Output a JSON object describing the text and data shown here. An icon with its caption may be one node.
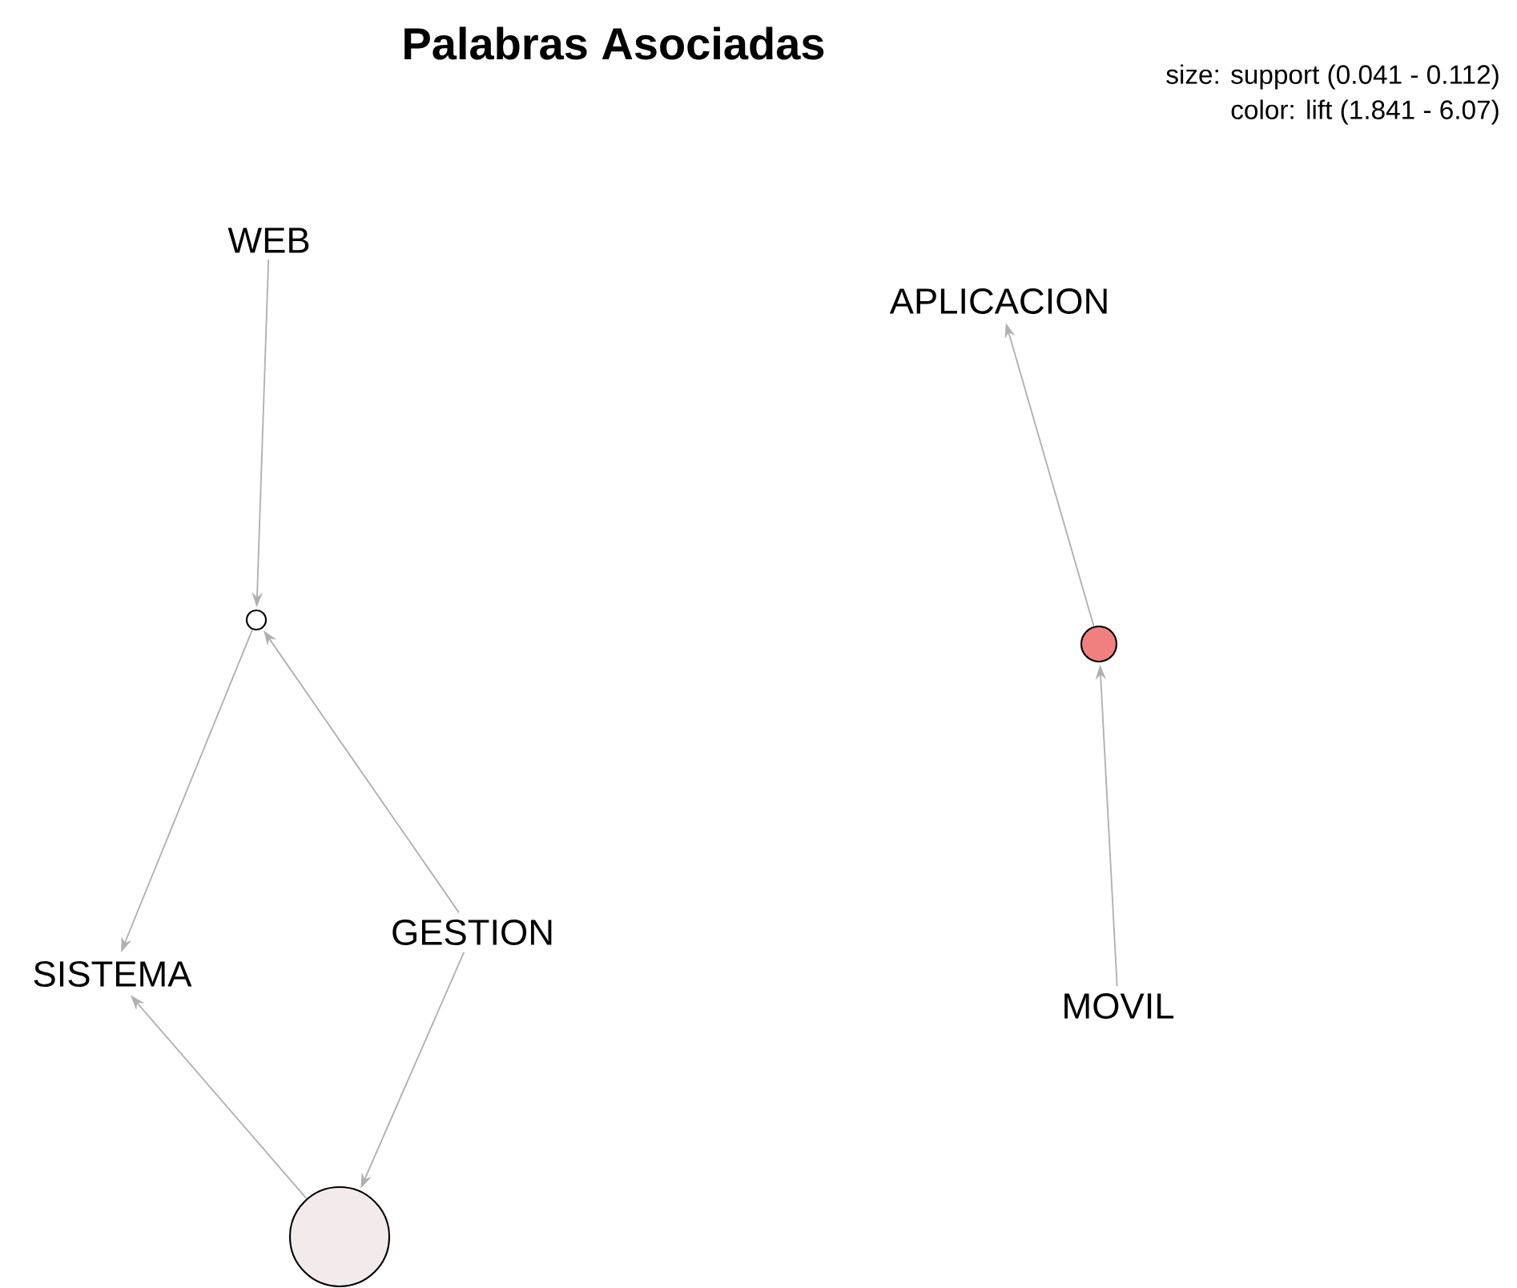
{
  "diagram": {
    "title": "Palabras Asociadas",
    "nodes": [
      {
        "text": [
          "WEB"
        ]
      },
      {
        "text": [
          "APLICACION"
        ]
      },
      {
        "text": [],
        "shape": "circle"
      },
      {
        "text": [],
        "shape": "circle"
      },
      {
        "text": [
          "GESTION"
        ]
      },
      {
        "text": [
          "SISTEMA"
        ]
      },
      {
        "text": [
          "MOVIL"
        ]
      },
      {
        "text": [],
        "shape": "circle"
      }
    ],
    "edges": [
      {
        "from": 0,
        "to": 2,
        "arrow": "to"
      },
      {
        "from": 4,
        "to": 2,
        "arrow": "to"
      },
      {
        "from": 2,
        "to": 5,
        "arrow": "to"
      },
      {
        "from": 4,
        "to": 7,
        "arrow": "to"
      },
      {
        "from": 7,
        "to": 5,
        "arrow": "to"
      },
      {
        "from": 6,
        "to": 3,
        "arrow": "to"
      },
      {
        "from": 3,
        "to": 1,
        "arrow": "to"
      }
    ],
    "labels": [
      "size: support (0.041 - 0.112)",
      "color: lift (1.841 - 6.07)"
    ]
  }
}
